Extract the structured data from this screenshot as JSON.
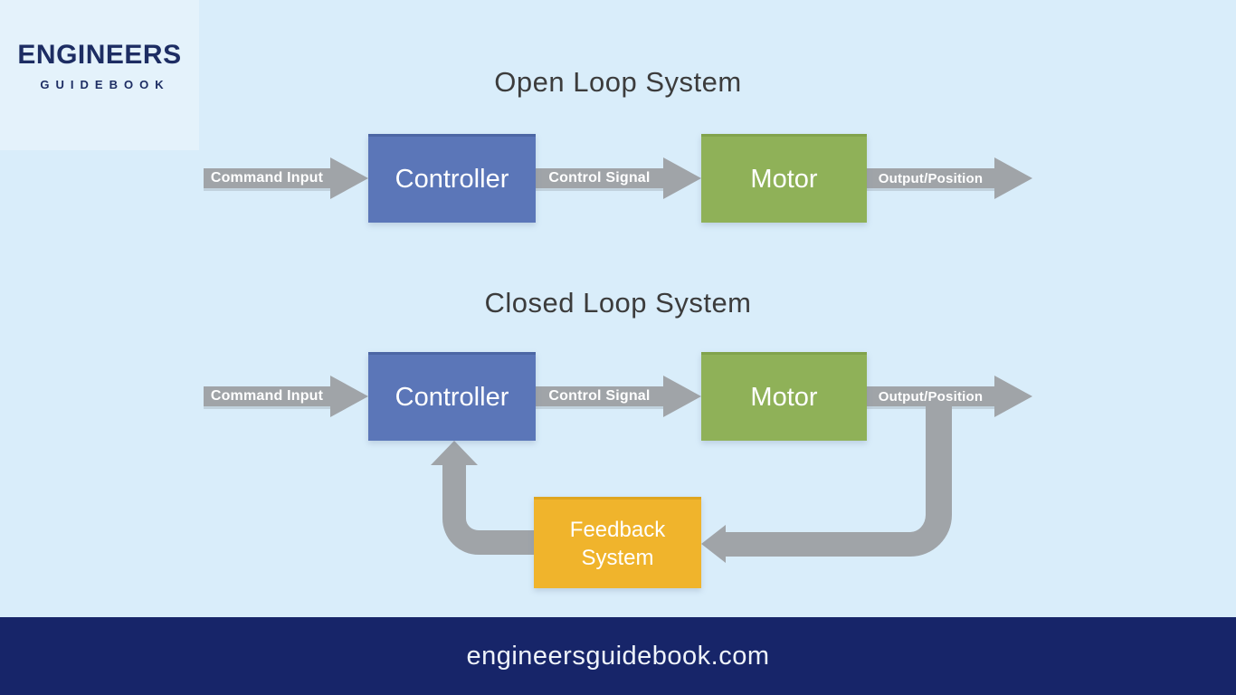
{
  "page": {
    "background_color": "#d9edfa",
    "arrow_color": "#a0a4a8",
    "footer_background_color": "#172569"
  },
  "logo": {
    "line1": "ENGINEERS",
    "line2": "GUIDEBOOK",
    "color": "#1d2d63"
  },
  "colors": {
    "controller_block": "#5b76b8",
    "motor_block": "#8fb158",
    "feedback_block": "#f0b42c"
  },
  "open_loop": {
    "title": "Open Loop System",
    "input_label": "Command Input",
    "controller_label": "Controller",
    "signal_label": "Control Signal",
    "motor_label": "Motor",
    "output_label": "Output/Position"
  },
  "closed_loop": {
    "title": "Closed Loop System",
    "input_label": "Command Input",
    "controller_label": "Controller",
    "signal_label": "Control Signal",
    "motor_label": "Motor",
    "output_label": "Output/Position",
    "feedback_line1": "Feedback",
    "feedback_line2": "System"
  },
  "footer": {
    "url": "engineersguidebook.com"
  }
}
